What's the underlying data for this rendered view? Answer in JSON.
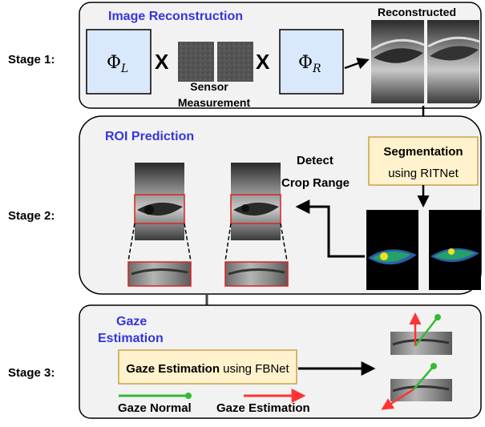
{
  "stages": {
    "stage1": "Stage 1:",
    "stage2": "Stage 2:",
    "stage3": "Stage 3:"
  },
  "panel1": {
    "title": "Image Reconstruction",
    "phi_left": "Φ",
    "phi_left_sub": "L",
    "phi_right": "Φ",
    "phi_right_sub": "R",
    "times_symbol": "X",
    "sensor_label_line1": "Sensor",
    "sensor_label_line2": "Measurement",
    "reconstructed_label": "Reconstructed"
  },
  "panel2": {
    "title": "ROI Prediction",
    "segmentation_title": "Segmentation",
    "segmentation_sub": "using RITNet",
    "detect_line1": "Detect",
    "detect_line2": "Crop Range"
  },
  "panel3": {
    "title_line1": "Gaze",
    "title_line2": "Estimation",
    "gaze_box_bold": "Gaze Estimation",
    "gaze_box_rest": " using FBNet",
    "legend_normal": "Gaze Normal",
    "legend_estimation": "Gaze Estimation"
  },
  "colors": {
    "title_blue": "#3535e0",
    "phi_box_fill": "#dae8fc",
    "seg_box_fill": "#fff2cc",
    "seg_box_stroke": "#c8a24a",
    "panel_fill": "#f2f2f2",
    "roi_red": "#e02020",
    "gaze_green": "#33bb33",
    "gaze_red": "#ff3333"
  }
}
